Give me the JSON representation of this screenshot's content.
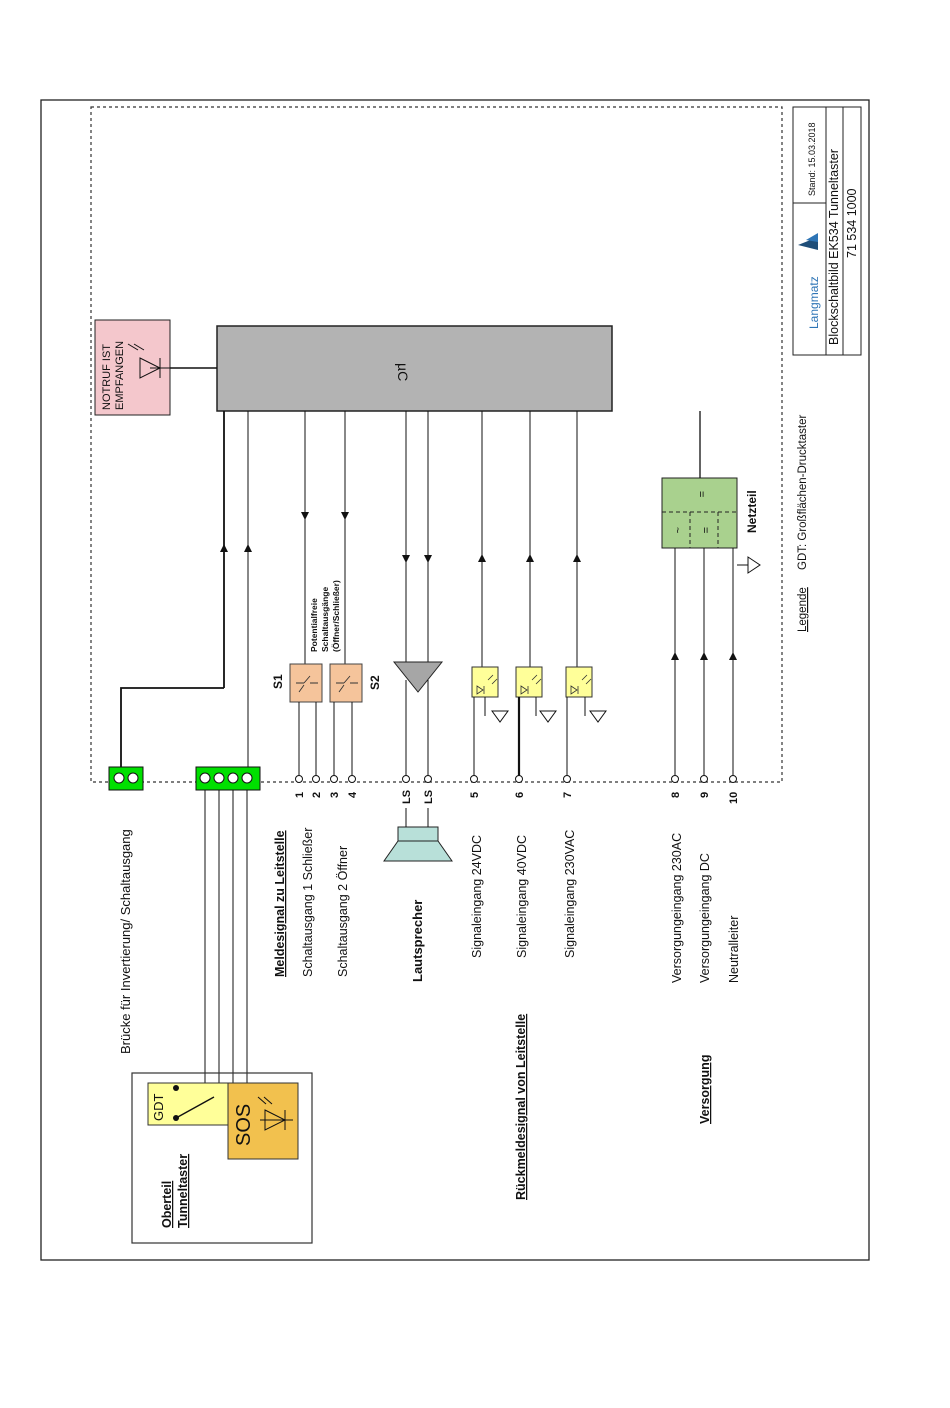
{
  "title_block": {
    "company": "Langmatz",
    "date": "Stand: 15.03.2018",
    "title": "Blockschaltbild EK534 Tunneltaster",
    "number": "71 534 1000"
  },
  "legend": {
    "label": "Legende",
    "entry": "GDT: Großflächen-Drucktaster"
  },
  "blocks": {
    "uc": "µC",
    "notruf_line1": "NOTRUF IST",
    "notruf_line2": "EMPFANGEN",
    "netzteil": "Netzteil",
    "relay_s1": "S1",
    "relay_s2": "S2",
    "relay_note_line1": "Potentialfreie",
    "relay_note_line2": "Schaltausgänge",
    "relay_note_line3": "(Öffner/Schließer)",
    "gdt": "GDT",
    "sos": "SOS",
    "oberteil_line1": "Oberteil",
    "oberteil_line2": "Tunneltaster"
  },
  "terminals": [
    "1",
    "2",
    "3",
    "4",
    "LS",
    "LS",
    "5",
    "6",
    "7",
    "8",
    "9",
    "10"
  ],
  "labels": {
    "bruecke": "Brücke für Invertierung/  Schaltausgang",
    "meldesignal": "Meldesignal zu Leitstelle",
    "schaltausgang1": "Schaltausgang 1 Schließer",
    "schaltausgang2": "Schaltausgang 2 Öffner",
    "lautsprecher": "Lautsprecher",
    "rueckmeldesignal": "Rückmeldesignal von Leitstelle",
    "signal24": "Signaleingang 24VDC",
    "signal40": "Signaleingang 40VDC",
    "signal230": "Signaleingang 230VAC",
    "versorgung": "Versorgung",
    "versorgung230": "Versorgungeingang 230AC",
    "versorgungdc": "Versorgungeingang DC",
    "neutralleiter": "Neutralleiter"
  },
  "colors": {
    "uc_fill": "#b3b3b3",
    "notruf_fill": "#f4c7cc",
    "netzteil_fill": "#a9d18e",
    "relay_fill": "#f5c49b",
    "optocoupler_fill": "#ffff99",
    "sos_fill": "#f2c14e",
    "terminal_green": "#00e000",
    "speaker_fill": "#b8e0d9"
  }
}
